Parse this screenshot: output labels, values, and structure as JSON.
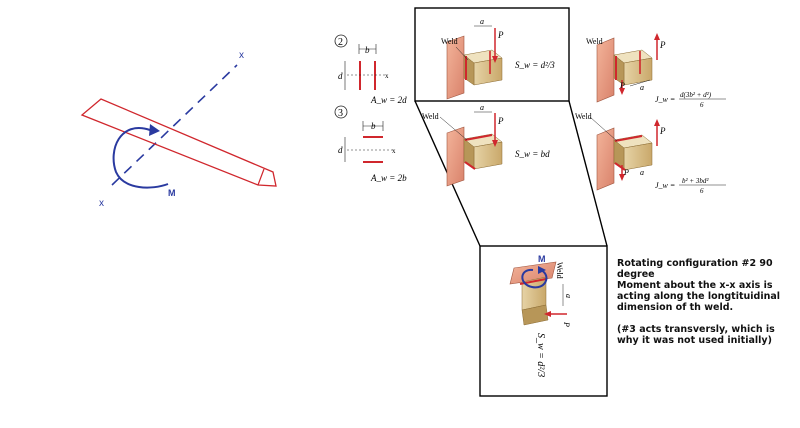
{
  "left_sketch": {
    "axis_label_top": "x",
    "axis_label_bottom": "x",
    "moment_label": "M",
    "colors": {
      "axis": "#2a3aa0",
      "weld": "#d0272d",
      "moment": "#2a3aa0"
    }
  },
  "configs": [
    {
      "number": "2",
      "dim_b": "b",
      "dim_d": "d",
      "axis": "x",
      "area_formula": "A_w = 2d"
    },
    {
      "number": "3",
      "dim_b": "b",
      "dim_d": "d",
      "axis": "x",
      "area_formula": "A_w = 2b"
    }
  ],
  "figures": {
    "a": {
      "weld_label": "Weld",
      "dim": "a",
      "load": "P",
      "formula": "S_w = d²/3"
    },
    "b": {
      "weld_label": "Weld",
      "dim": "a",
      "load": "P",
      "polar": "J_w =",
      "num": "d(3b² + d²)",
      "den": "6"
    },
    "c": {
      "weld_label": "Weld",
      "dim": "a",
      "load": "P",
      "formula": "S_w = bd"
    },
    "d": {
      "weld_label": "Weld",
      "dim": "a",
      "load": "P",
      "polar": "J_w =",
      "num": "b² + 3bd²",
      "den": "6"
    },
    "rotated": {
      "moment_label": "M",
      "weld_label": "Weld",
      "dim": "a",
      "load": "P",
      "formula": "S_w = d²/3"
    }
  },
  "note": {
    "line1": "Rotating configuration #2 90 degree",
    "line2": "Moment about the x-x axis is acting along the longtituidinal dimension of th weld.",
    "line3": "(#3 acts transversly, which is why it was not used initially)"
  }
}
